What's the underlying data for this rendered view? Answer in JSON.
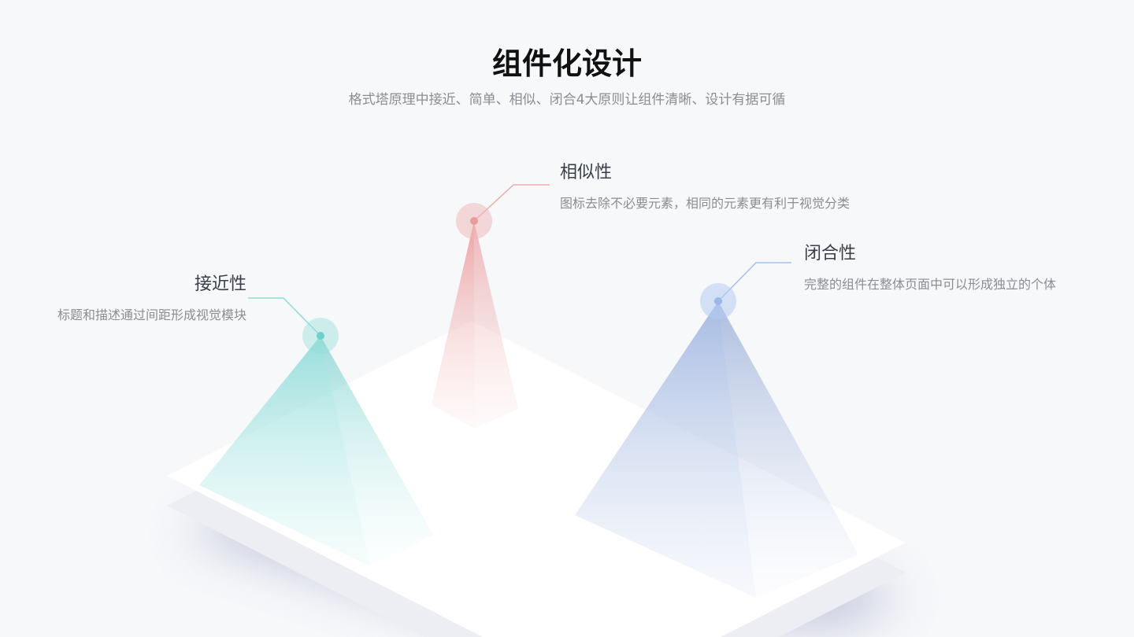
{
  "header": {
    "title": "组件化设计",
    "subtitle": "格式塔原理中接近、简单、相似、闭合4大原则让组件清晰、设计有据可循"
  },
  "principles": [
    {
      "name": "接近性",
      "desc": "标题和描述通过间距形成视觉模块",
      "color": "#5fd0cc"
    },
    {
      "name": "相似性",
      "desc": "图标去除不必要元素，相同的元素更有利于视觉分类",
      "color": "#ee9a9a"
    },
    {
      "name": "闭合性",
      "desc": "完整的组件在整体页面中可以形成独立的个体",
      "color": "#8fb0e8"
    }
  ]
}
